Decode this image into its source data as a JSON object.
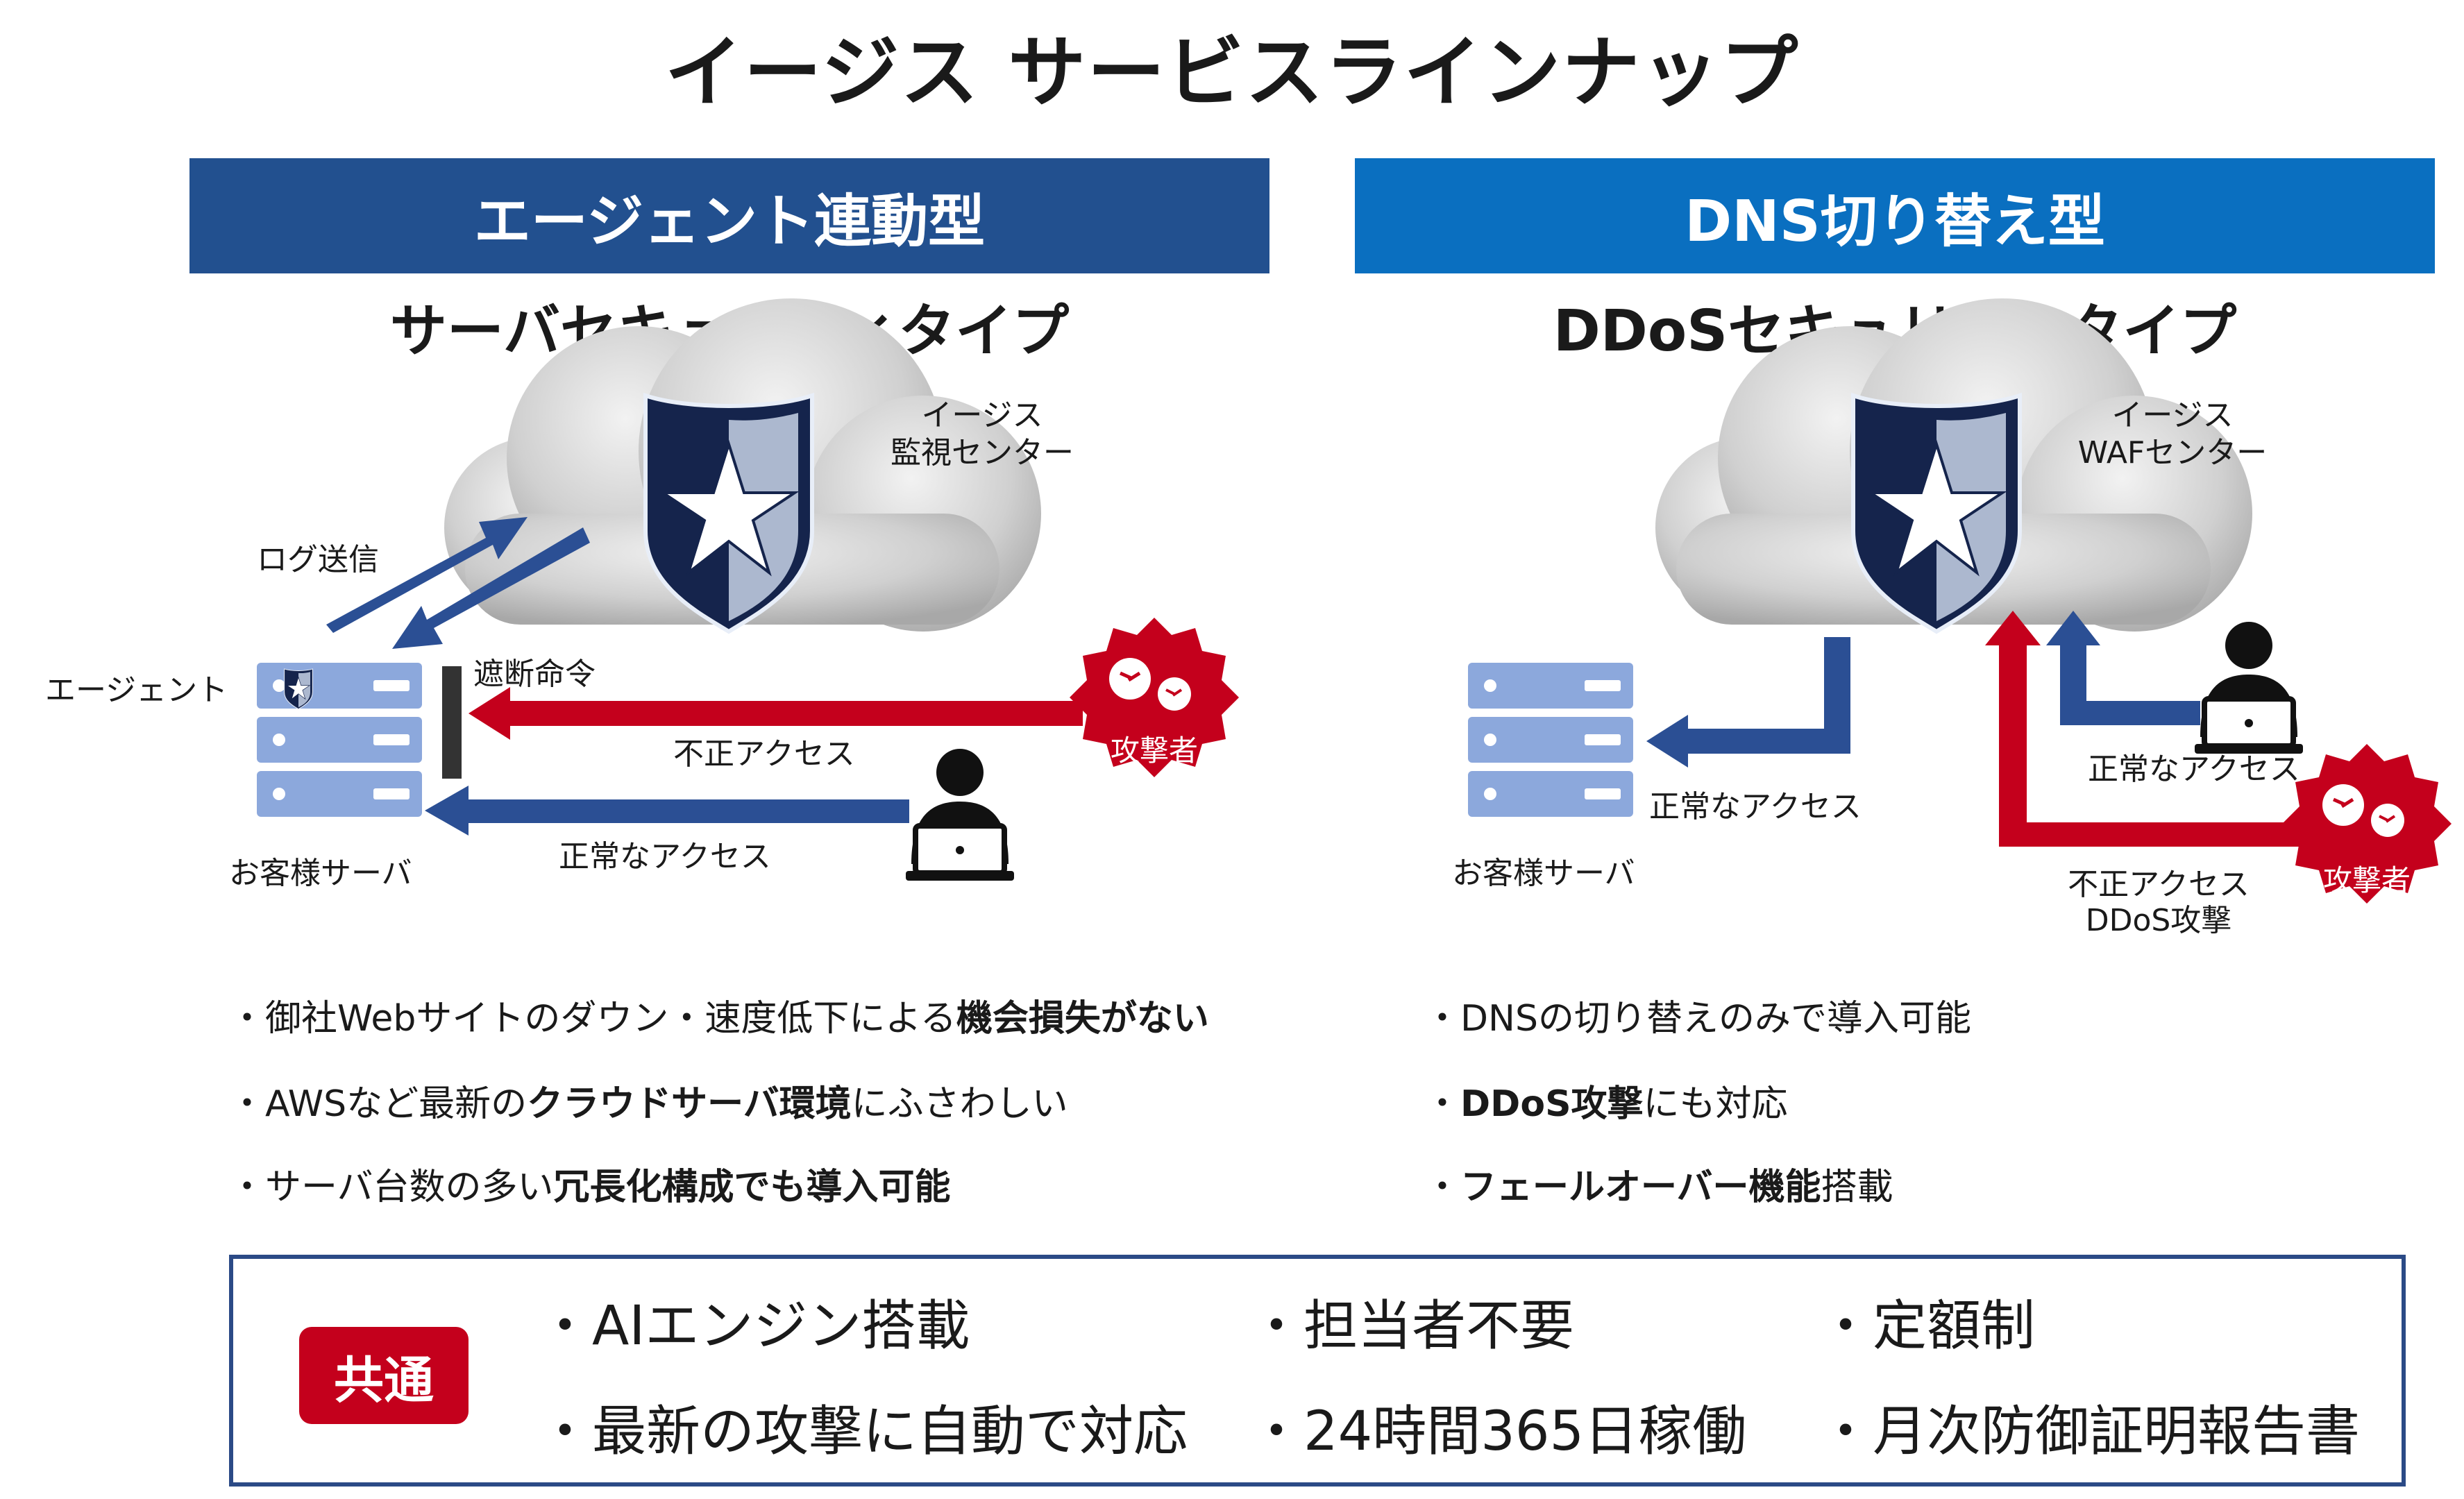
{
  "title": "イージス サービスラインナップ",
  "colors": {
    "left_band": "#22508f",
    "right_band": "#0a6fc0",
    "arrow_blue": "#2b4f94",
    "arrow_red": "#c4001c",
    "server": "#8ca8dc",
    "shield": "#15244c"
  },
  "left": {
    "band": "エージェント連動型",
    "subtitle": "サーバセキュリティタイプ",
    "center_label_1": "イージス",
    "center_label_2": "監視センター",
    "log_send": "ログ送信",
    "agent": "エージェント",
    "block_command": "遮断命令",
    "attacker": "攻撃者",
    "illegal_access": "不正アクセス",
    "normal_access": "正常なアクセス",
    "server": "お客様サーバ",
    "bullets": [
      {
        "prefix": "・御社Webサイトのダウン・速度低下による",
        "bold": "機会損失がない",
        "suffix": ""
      },
      {
        "prefix": "・AWSなど最新の",
        "bold": "クラウドサーバ環境",
        "suffix": "にふさわしい"
      },
      {
        "prefix": "・サーバ台数の多い",
        "bold": "冗長化構成でも導入可能",
        "suffix": ""
      }
    ]
  },
  "right": {
    "band": "DNS切り替え型",
    "subtitle": "DDoSセキュリティタイプ",
    "center_label_1": "イージス",
    "center_label_2": "WAFセンター",
    "normal_access_left": "正常なアクセス",
    "normal_access_right": "正常なアクセス",
    "server": "お客様サーバ",
    "illegal_access": "不正アクセス",
    "ddos": "DDoS攻撃",
    "attacker": "攻撃者",
    "bullets": [
      {
        "prefix": "・DNSの切り替えのみで導入可能",
        "bold": "",
        "suffix": ""
      },
      {
        "prefix": "・",
        "bold": "DDoS攻撃",
        "suffix": "にも対応"
      },
      {
        "prefix": "・",
        "bold": "フェールオーバー機能",
        "suffix": "搭載"
      }
    ]
  },
  "common": {
    "badge": "共通",
    "features": [
      "・AIエンジン搭載",
      "・担当者不要",
      "・定額制",
      "・最新の攻撃に自動で対応",
      "・24時間365日稼働",
      "・月次防御証明報告書"
    ]
  }
}
